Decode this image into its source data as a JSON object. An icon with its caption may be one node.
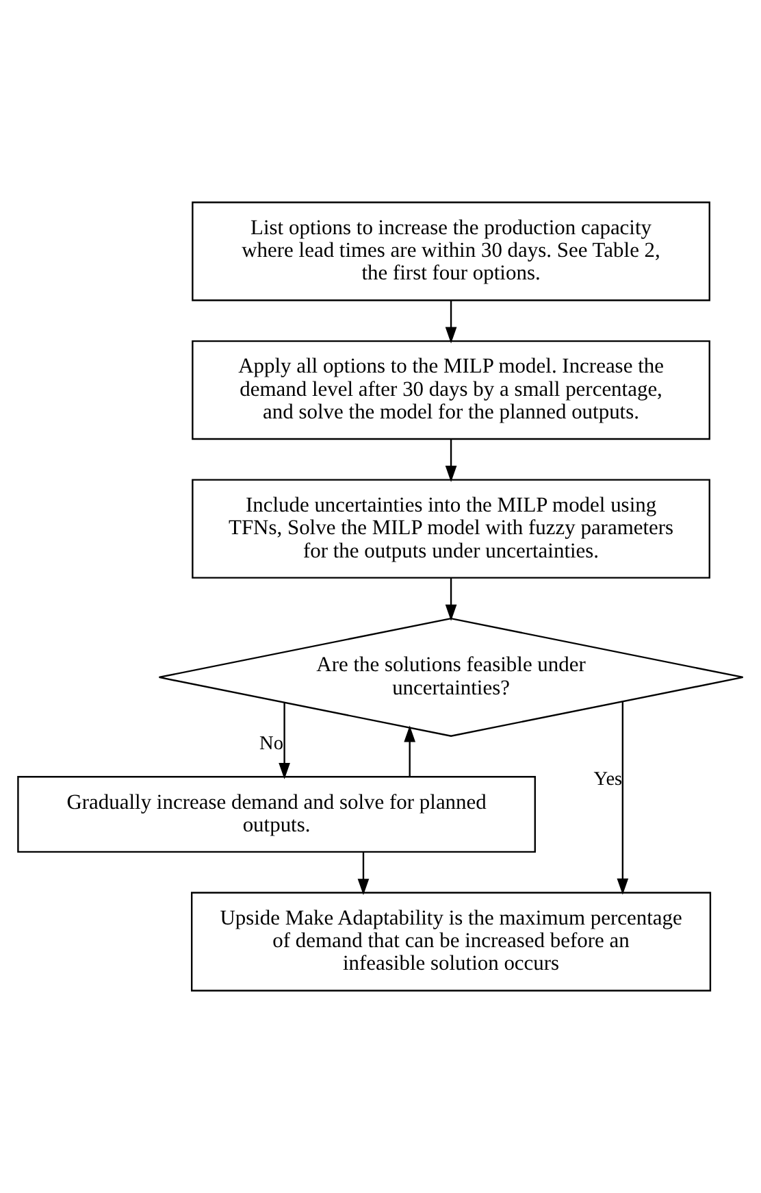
{
  "diagram": {
    "nodes": [
      {
        "text": [
          "List options to increase the production capacity where lead times are within 30 days. See Table 2, the first four options."
        ]
      },
      {
        "text": [
          "Apply all options to the MILP model. Increase the demand level after 30 days by a small percentage, and solve the model for the planned outputs."
        ]
      },
      {
        "text": [
          "Include uncertainties into the MILP model using TFNs, Solve the MILP model with fuzzy parameters for the outputs under uncertainties."
        ]
      },
      {
        "text": [
          "Are the solutions feasible under uncertainties?"
        ]
      },
      {
        "text": [
          "Gradually increase demand and solve for planned outputs."
        ]
      },
      {
        "text": [
          "Upside Make Adaptability is the maximum percentage of demand that can be increased before an infeasible solution occurs"
        ]
      }
    ],
    "edges": [
      {
        "from": 0,
        "to": 1,
        "arrow": "to"
      },
      {
        "from": 1,
        "to": 2,
        "arrow": "to"
      },
      {
        "from": 2,
        "to": 3,
        "arrow": "to"
      },
      {
        "from": 3,
        "to": 4,
        "arrow": "to",
        "label": "No"
      },
      {
        "from": 4,
        "to": 5,
        "arrow": "to"
      },
      {
        "from": 3,
        "to": 5,
        "arrow": "to",
        "label": "Yes"
      },
      {
        "from": 4,
        "to": 3,
        "arrow": "to"
      }
    ]
  }
}
